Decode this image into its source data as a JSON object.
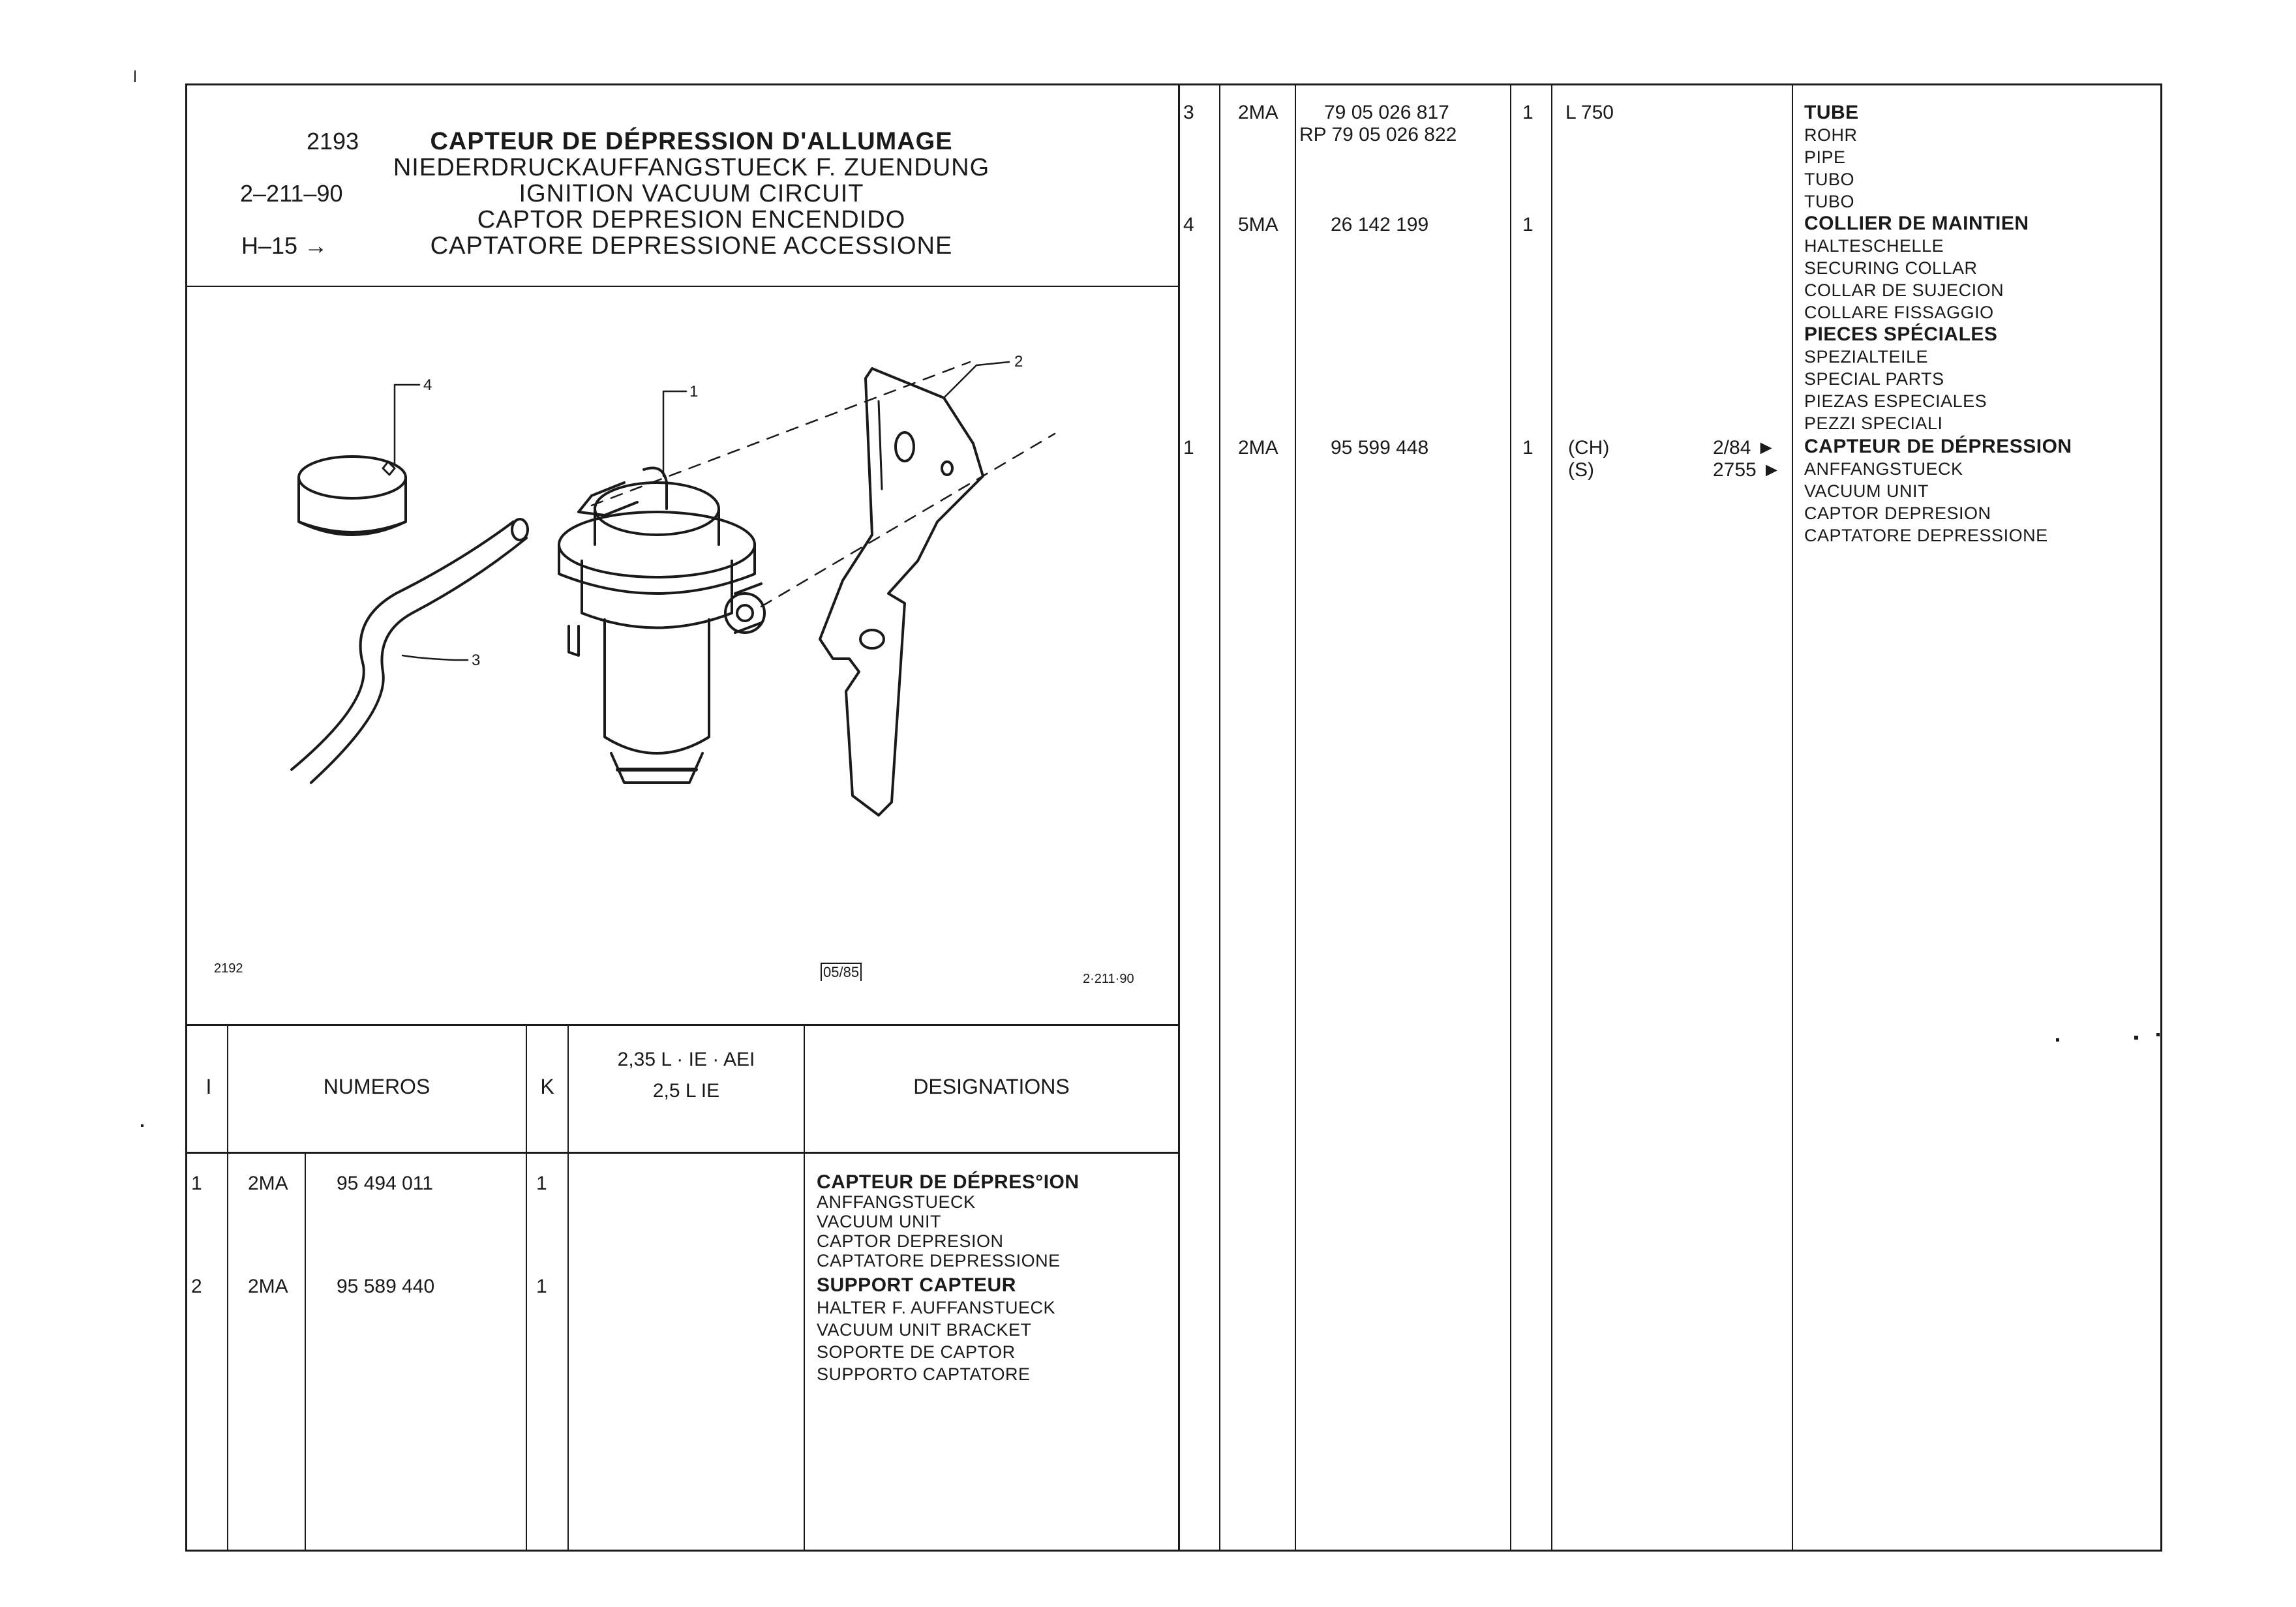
{
  "header": {
    "page_number": "2193",
    "ref_code": "2–211–90",
    "range": "H–15 →",
    "titles": [
      "CAPTEUR DE DÉPRESSION D'ALLUMAGE",
      "NIEDERDRUCKAUFFANGSTUECK F. ZUENDUNG",
      "IGNITION VACUUM CIRCUIT",
      "CAPTOR DEPRESION ENCENDIDO",
      "CAPTATORE DEPRESSIONE ACCESSIONE"
    ]
  },
  "figure": {
    "left_code": "2192",
    "center_code": "05/85",
    "right_code": "2·211·90",
    "callouts": [
      "1",
      "2",
      "3",
      "4"
    ]
  },
  "table_header": {
    "index": "I",
    "numeros": "NUMEROS",
    "k": "K",
    "engine_1": "2,35 L · IE · AEI",
    "engine_2": "2,5 L IE",
    "designations": "DESIGNATIONS"
  },
  "left_rows": [
    {
      "index": "1",
      "group": "2MA",
      "number": "95 494 011",
      "qty": "1",
      "spec": "",
      "designations": [
        "CAPTEUR DE DÉPRES°ION",
        "ANFFANGSTUECK",
        "VACUUM UNIT",
        "CAPTOR DEPRESION",
        "CAPTATORE DEPRESSIONE"
      ]
    },
    {
      "index": "2",
      "group": "2MA",
      "number": "95 589 440",
      "qty": "1",
      "spec": "",
      "designations": [
        "SUPPORT CAPTEUR",
        "HALTER F. AUFFANSTUECK",
        "VACUUM UNIT BRACKET",
        "SOPORTE DE CAPTOR",
        "SUPPORTO CAPTATORE"
      ]
    }
  ],
  "right_rows": [
    {
      "index": "3",
      "group": "2MA",
      "number": "79 05 026 817",
      "number_alt": "RP 79 05 026 822",
      "qty": "1",
      "spec": "L 750",
      "spec2": "",
      "date": "",
      "date2": "",
      "designations": [
        "TUBE",
        "ROHR",
        "PIPE",
        "TUBO",
        "TUBO"
      ]
    },
    {
      "index": "4",
      "group": "5MA",
      "number": "26 142 199",
      "number_alt": "",
      "qty": "1",
      "spec": "",
      "spec2": "",
      "date": "",
      "date2": "",
      "designations": [
        "COLLIER DE MAINTIEN",
        "HALTESCHELLE",
        "SECURING COLLAR",
        "COLLAR DE SUJECION",
        "COLLARE FISSAGGIO"
      ]
    },
    {
      "index": "",
      "group": "",
      "number": "",
      "number_alt": "",
      "qty": "",
      "spec": "",
      "spec2": "",
      "date": "",
      "date2": "",
      "designations": [
        "PIECES SPÉCIALES",
        "SPEZIALTEILE",
        "SPECIAL PARTS",
        "PIEZAS ESPECIALES",
        "PEZZI SPECIALI"
      ]
    },
    {
      "index": "1",
      "group": "2MA",
      "number": "95 599 448",
      "number_alt": "",
      "qty": "1",
      "spec": "(CH)",
      "spec2": "(S)",
      "date": "2/84 ►",
      "date2": "2755 ►",
      "designations": [
        "CAPTEUR DE DÉPRESSION",
        "ANFFANGSTUECK",
        "VACUUM UNIT",
        "CAPTOR DEPRESION",
        "CAPTATORE DEPRESSIONE"
      ]
    }
  ]
}
